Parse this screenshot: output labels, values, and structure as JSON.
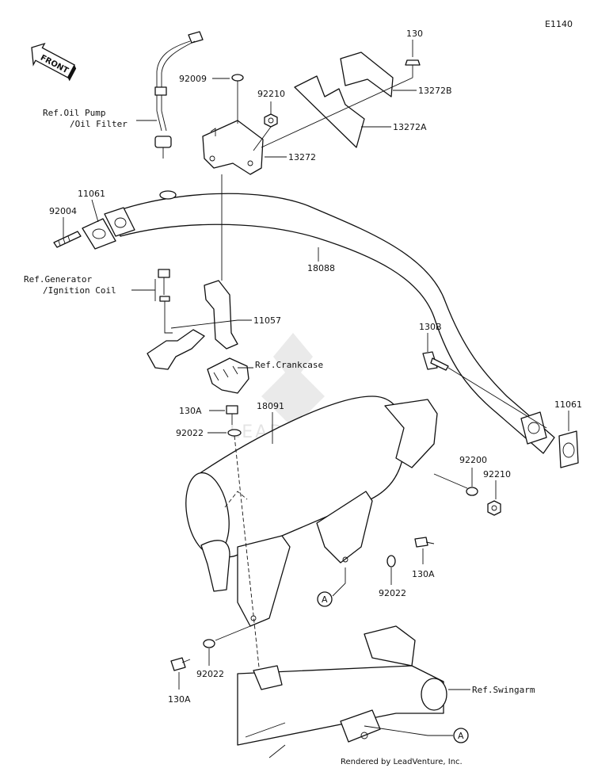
{
  "diagram_id": "E1140",
  "front_label": "FRONT",
  "labels": {
    "p130_top": "130",
    "p92009": "92009",
    "p13272B": "13272B",
    "p92210_top": "92210",
    "p13272A": "13272A",
    "p13272": "13272",
    "p11061_left": "11061",
    "p92004": "92004",
    "p18088": "18088",
    "p11057": "11057",
    "p130B": "130B",
    "p11061_right": "11061",
    "p130A_mid": "130A",
    "p18091": "18091",
    "p92022_mid": "92022",
    "p92200": "92200",
    "p92210_right": "92210",
    "p130A_right": "130A",
    "p92022_right": "92022",
    "p92022_bottom": "92022",
    "p130A_bottom": "130A"
  },
  "refs": {
    "oil_pump_1": "Ref.Oil Pump",
    "oil_pump_2": "/Oil Filter",
    "generator_1": "Ref.Generator",
    "generator_2": "/Ignition Coil",
    "crankcase": "Ref.Crankcase",
    "swingarm": "Ref.Swingarm"
  },
  "callouts": {
    "a_upper": "A",
    "a_lower": "A"
  },
  "watermark": "LEADVENTURE",
  "footer": "Rendered by LeadVenture, Inc."
}
